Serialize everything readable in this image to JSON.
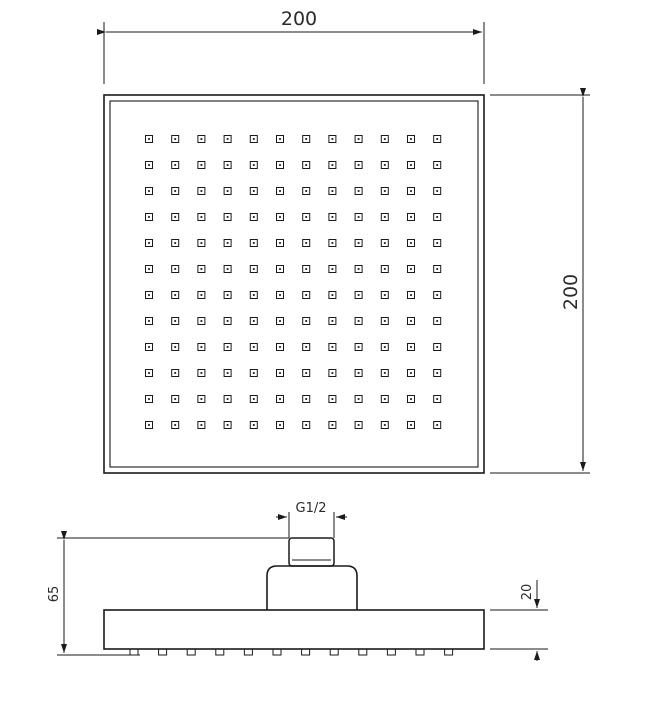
{
  "labels": {
    "top_width": "200",
    "right_height": "200",
    "connection": "G1/2",
    "total_height": "65",
    "plate_thickness": "20"
  },
  "nozzle_grid": {
    "rows": 12,
    "cols": 12
  },
  "bottom_nozzles": 12,
  "colors": {
    "line": "#1a1a1a",
    "text": "#2a2a2a",
    "background": "#ffffff"
  }
}
